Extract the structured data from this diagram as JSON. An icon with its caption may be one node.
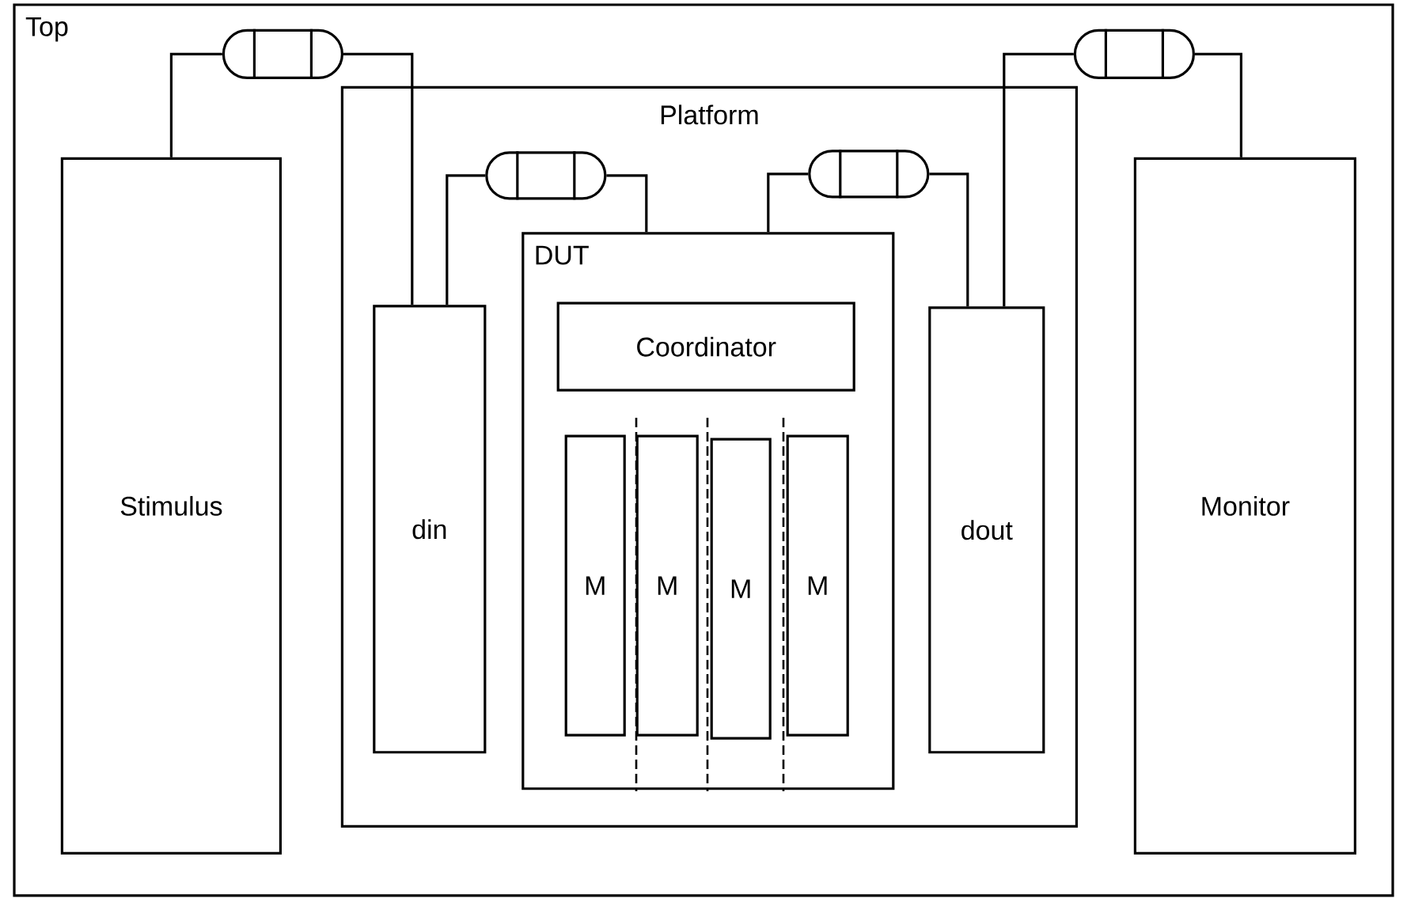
{
  "diagram": {
    "nodes": [
      {
        "text": [
          "Top"
        ]
      },
      {
        "text": [],
        "shape": "capsule",
        "in": 0
      },
      {
        "text": [],
        "shape": "capsule",
        "in": 0
      },
      {
        "text": [
          "Stimulus"
        ],
        "in": 0
      },
      {
        "text": [
          "Platform"
        ],
        "in": 0
      },
      {
        "text": [],
        "shape": "capsule",
        "in": 4
      },
      {
        "text": [],
        "shape": "capsule",
        "in": 4
      },
      {
        "text": [
          "din"
        ],
        "in": 4
      },
      {
        "text": [
          "DUT"
        ],
        "in": 4
      },
      {
        "text": [
          "Coordinator"
        ],
        "in": 8
      },
      {
        "text": [
          "M"
        ],
        "in": 8
      },
      {
        "text": [
          "M"
        ],
        "in": 8
      },
      {
        "text": [
          "M"
        ],
        "in": 8
      },
      {
        "text": [
          "M"
        ],
        "in": 8
      },
      {
        "text": [
          "dout"
        ],
        "in": 4
      },
      {
        "text": [
          "Monitor"
        ],
        "in": 0
      }
    ],
    "edges": [
      {
        "from": 3,
        "to": 1,
        "arrow": "none"
      },
      {
        "from": 1,
        "to": 7,
        "arrow": "none"
      },
      {
        "from": 7,
        "to": 5,
        "arrow": "none"
      },
      {
        "from": 5,
        "to": 8,
        "arrow": "none"
      },
      {
        "from": 8,
        "to": 6,
        "arrow": "none"
      },
      {
        "from": 6,
        "to": 14,
        "arrow": "none"
      },
      {
        "from": 14,
        "to": 2,
        "arrow": "none"
      },
      {
        "from": 2,
        "to": 15,
        "arrow": "none"
      }
    ]
  }
}
